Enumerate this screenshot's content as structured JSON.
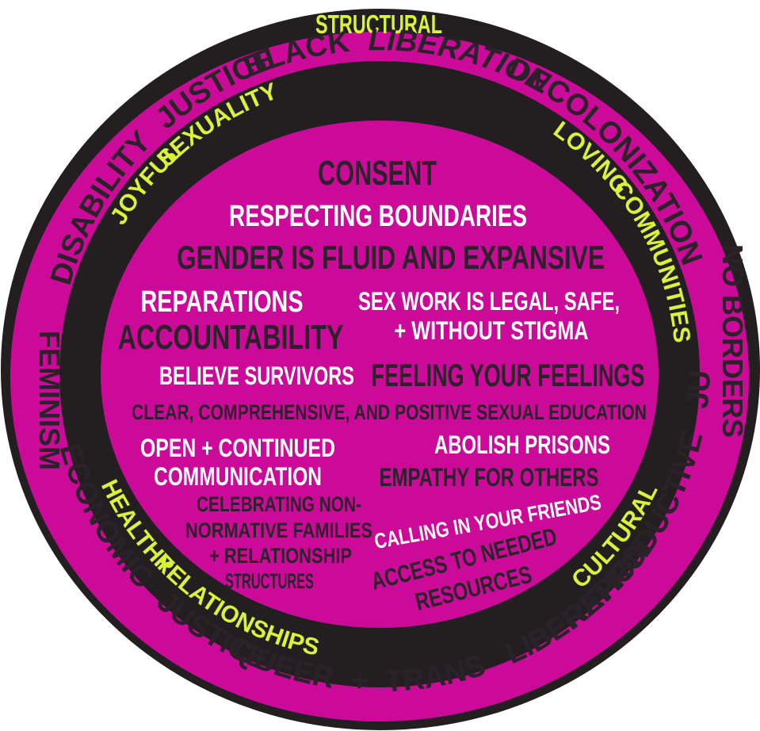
{
  "colors": {
    "magenta": "#cc0a99",
    "black_ring": "#231f20",
    "lime": "#d9f23a",
    "dark_text": "#2a2228",
    "white_text": "#ffffff"
  },
  "title_band": "STRUCTURAL",
  "outer_ring": {
    "black_liberation": {
      "w1": "BLACK",
      "w2": "LIBERATION"
    },
    "decolonization": "DECOLONIZATION",
    "no_borders": "NO BORDERS",
    "reproductive_justice": {
      "w1": "REPRODUCTIVE",
      "w2": "JUSTICE"
    },
    "queer_trans_liberation": {
      "w1": "QUEER",
      "w2": "+",
      "w3": "TRANS",
      "w4": "LIBERATION"
    },
    "economic_justice": {
      "w1": "ECONOMIC",
      "w2": "JUSTICE"
    },
    "feminism": "FEMINISM",
    "disability_justice": {
      "w1": "DISABILITY",
      "w2": "JUSTICE"
    }
  },
  "middle_ring": {
    "joyful": "JOYFUL",
    "sexuality": "SEXUALITY",
    "loving": "LOVING",
    "communities": "COMMUNITIES",
    "cultural": "CULTURAL",
    "healthy": "HEALTHY",
    "relationships": "RELATIONSHIPS"
  },
  "center": {
    "consent": "CONSENT",
    "respecting_boundaries": "RESPECTING BOUNDARIES",
    "gender_fluid": "GENDER IS FLUID AND EXPANSIVE",
    "reparations": "REPARATIONS",
    "accountability": "ACCOUNTABILITY",
    "sex_work_line1": "SEX WORK IS LEGAL, SAFE,",
    "sex_work_line2": "+ WITHOUT STIGMA",
    "believe_survivors": "BELIEVE SURVIVORS",
    "feeling_feelings": "FEELING YOUR FEELINGS",
    "sexual_education": "CLEAR, COMPREHENSIVE, AND POSITIVE SEXUAL EDUCATION",
    "open_communication_line1": "OPEN + CONTINUED",
    "open_communication_line2": "COMMUNICATION",
    "abolish_prisons": "ABOLISH PRISONS",
    "empathy": "EMPATHY FOR OTHERS",
    "celebrating_line1": "CELEBRATING NON-",
    "celebrating_line2": "NORMATIVE FAMILIES",
    "celebrating_line3": "+ RELATIONSHIP",
    "celebrating_line4": "STRUCTURES",
    "calling_in": "CALLING IN YOUR FRIENDS",
    "access_line1": "ACCESS TO NEEDED",
    "access_line2": "RESOURCES"
  }
}
